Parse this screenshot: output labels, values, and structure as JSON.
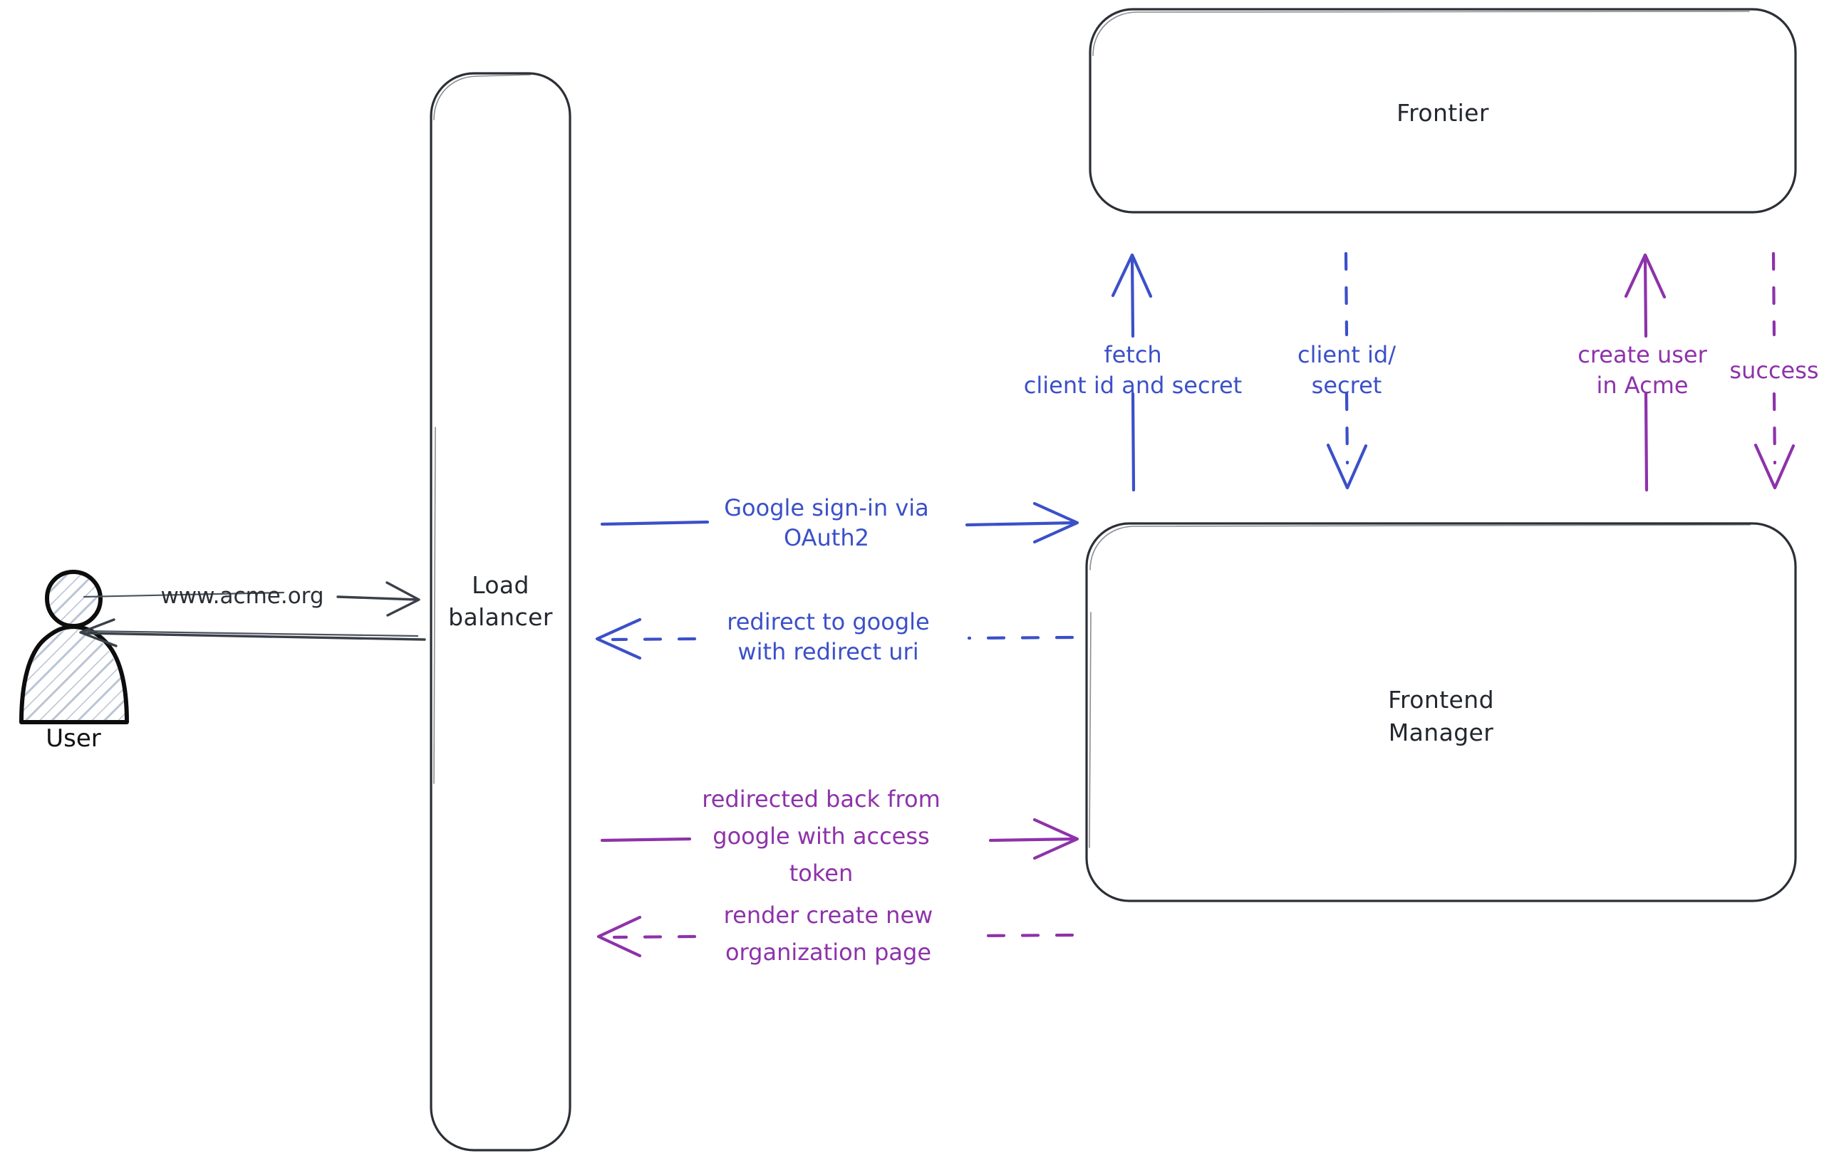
{
  "diagram": {
    "title": "Google OAuth2 sign-in sequence",
    "background": "#ffffff",
    "colors": {
      "node_stroke": "#2b2f36",
      "actor_stroke": "#0d0d0d",
      "dark_edge": "#3a4049",
      "blue": "#3b50c8",
      "purple": "#8e32aa"
    }
  },
  "actors": {
    "user": {
      "label": "User",
      "icon": "person-actor-icon"
    }
  },
  "nodes": {
    "load_balancer": {
      "label_line1": "Load",
      "label_line2": "balancer"
    },
    "frontier": {
      "label": "Frontier"
    },
    "frontend_manager": {
      "label_line1": "Frontend",
      "label_line2": "Manager"
    }
  },
  "edges": {
    "user_to_lb": {
      "label": "www.acme.org",
      "style": "solid",
      "color": "#3a4049",
      "direction": "right"
    },
    "lb_to_user": {
      "label": "",
      "style": "solid",
      "color": "#3a4049",
      "direction": "left"
    },
    "lb_to_fm_signin": {
      "label_line1": "Google sign-in via",
      "label_line2": "OAuth2",
      "style": "solid",
      "color": "#3b50c8",
      "direction": "right"
    },
    "fm_to_lb_redirect": {
      "label_line1": "redirect to google",
      "label_line2": "with redirect uri",
      "style": "dashed",
      "color": "#3b50c8",
      "direction": "left"
    },
    "lb_to_fm_token": {
      "label_line1": "redirected back from",
      "label_line2": "google with access",
      "label_line3": "token",
      "style": "solid",
      "color": "#8e32aa",
      "direction": "right"
    },
    "fm_to_lb_render": {
      "label_line1": "render create new",
      "label_line2": "organization page",
      "style": "dashed",
      "color": "#8e32aa",
      "direction": "left"
    },
    "fm_to_frontier_fetch": {
      "label_line1": "fetch",
      "label_line2": "client id and secret",
      "style": "solid",
      "color": "#3b50c8",
      "direction": "up"
    },
    "frontier_to_fm_creds": {
      "label_line1": "client id/",
      "label_line2": "secret",
      "style": "dashed",
      "color": "#3b50c8",
      "direction": "down"
    },
    "fm_to_frontier_create": {
      "label_line1": "create user",
      "label_line2": "in Acme",
      "style": "solid",
      "color": "#8e32aa",
      "direction": "up"
    },
    "frontier_to_fm_success": {
      "label": "success",
      "style": "dashed",
      "color": "#8e32aa",
      "direction": "down"
    }
  }
}
